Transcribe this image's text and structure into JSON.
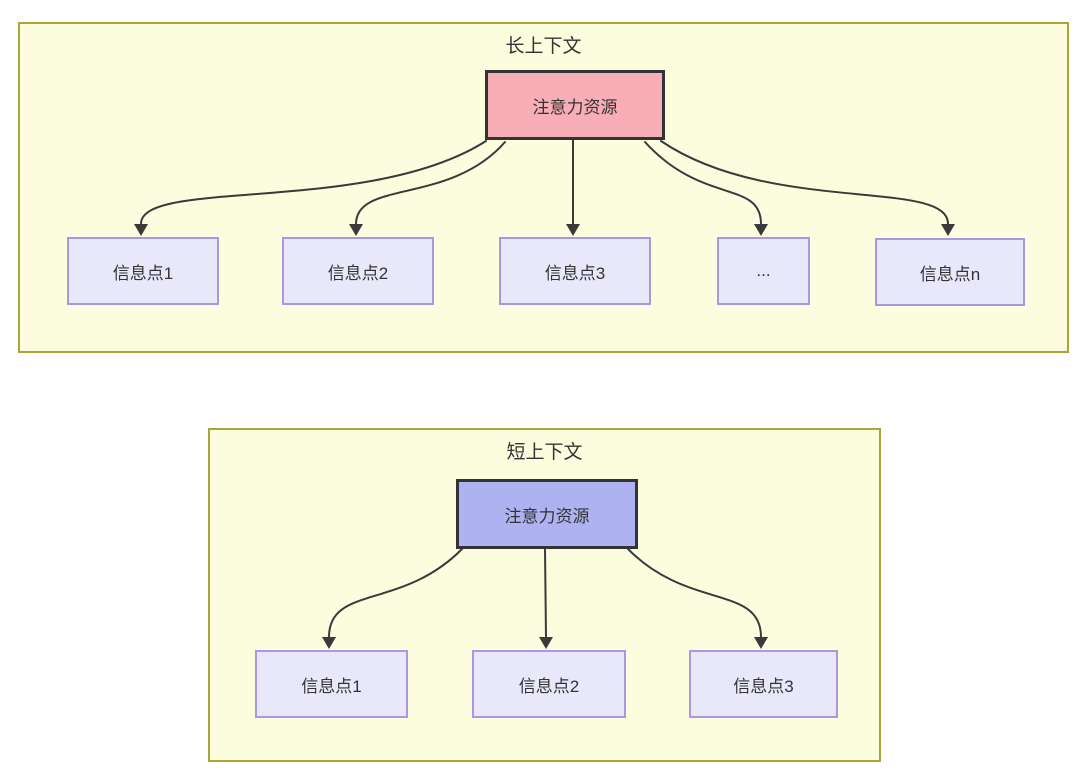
{
  "diagram": {
    "panels": [
      {
        "title": "长上下文",
        "attention_label": "注意力资源",
        "attention_fill": "#f8aeb6",
        "info_points": [
          "信息点1",
          "信息点2",
          "信息点3",
          "...",
          "信息点n"
        ]
      },
      {
        "title": "短上下文",
        "attention_label": "注意力资源",
        "attention_fill": "#aeb2f0",
        "info_points": [
          "信息点1",
          "信息点2",
          "信息点3"
        ]
      }
    ],
    "colors": {
      "panel_background": "#fcfcdf",
      "panel_border": "#a6a63b",
      "attention_long_fill": "#f8aeb6",
      "attention_short_fill": "#aeb2f0",
      "attention_border": "#333333",
      "info_fill": "#e9e8fb",
      "info_border": "#ab96e0",
      "arrow": "#3a3a3a",
      "text": "#333333"
    }
  }
}
